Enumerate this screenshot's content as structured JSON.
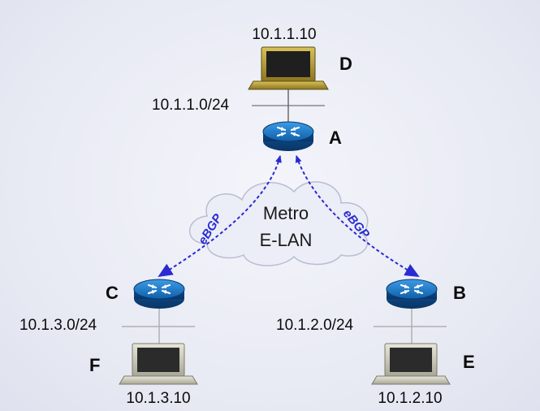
{
  "nodes": {
    "D": {
      "letter": "D",
      "ip": "10.1.1.10"
    },
    "A": {
      "letter": "A"
    },
    "C": {
      "letter": "C"
    },
    "B": {
      "letter": "B"
    },
    "F": {
      "letter": "F",
      "ip": "10.1.3.10"
    },
    "E": {
      "letter": "E",
      "ip": "10.1.2.10"
    }
  },
  "subnets": {
    "top": "10.1.1.0/24",
    "left": "10.1.3.0/24",
    "right": "10.1.2.0/24"
  },
  "cloud": {
    "line1": "Metro",
    "line2": "E-LAN"
  },
  "links": {
    "left": "eBGP",
    "right": "eBGP"
  },
  "colors": {
    "bgp": "#2a2ad0",
    "router": "#1f6fc0",
    "laptop_screen": "#2b2b2b"
  }
}
